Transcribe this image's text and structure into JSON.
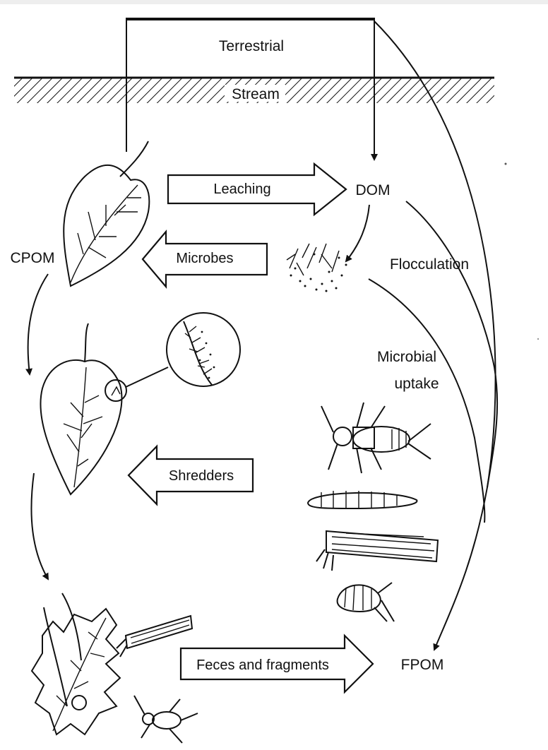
{
  "labels": {
    "terrestrial": "Terrestrial",
    "stream": "Stream",
    "cpom": "CPOM",
    "dom": "DOM",
    "fpom": "FPOM",
    "flocculation": "Flocculation",
    "microbial_uptake_line1": "Microbial",
    "microbial_uptake_line2": "uptake"
  },
  "process_arrows": {
    "leaching": "Leaching",
    "microbes": "Microbes",
    "shredders": "Shredders",
    "feces_and_fragments": "Feces and fragments"
  },
  "colors": {
    "ink": "#111111",
    "background": "#ffffff",
    "top_band": "#eeeeee"
  },
  "icons": [
    "leaf-icon",
    "colonized-leaf-icon",
    "magnifier-inset-icon",
    "floc-particles-icon",
    "stonefly-icon",
    "larva-icon",
    "caddis-case-icon",
    "amphipod-icon",
    "shredded-leaf-icon"
  ]
}
